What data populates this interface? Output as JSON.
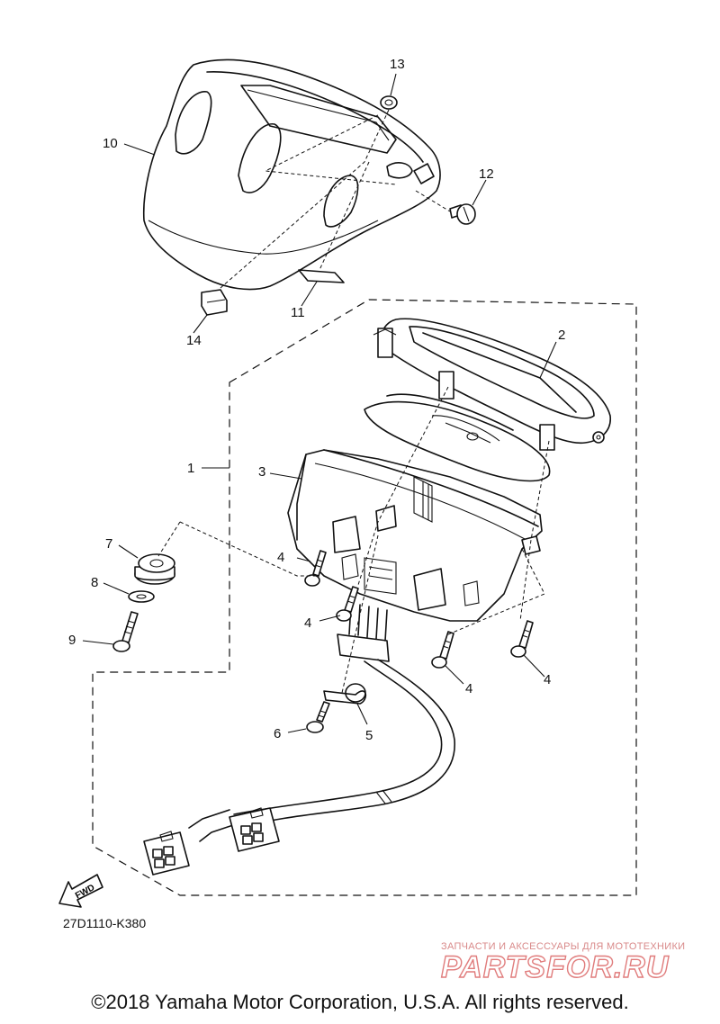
{
  "diagram": {
    "callouts": {
      "c1": "1",
      "c2": "2",
      "c3": "3",
      "c4a": "4",
      "c4b": "4",
      "c4c": "4",
      "c4d": "4",
      "c5": "5",
      "c6": "6",
      "c7": "7",
      "c8": "8",
      "c9": "9",
      "c10": "10",
      "c11": "11",
      "c12": "12",
      "c13": "13",
      "c14": "14"
    },
    "fwd_label": "FWD",
    "part_code": "27D1110-K380",
    "copyright": "©2018 Yamaha Motor Corporation, U.S.A. All rights reserved."
  },
  "watermark": {
    "tagline": "ЗАПЧАСТИ И АКСЕССУАРЫ ДЛЯ МОТОТЕХНИКИ",
    "logo_text": "PARTSFOR.RU",
    "color": "#e07c7c"
  }
}
